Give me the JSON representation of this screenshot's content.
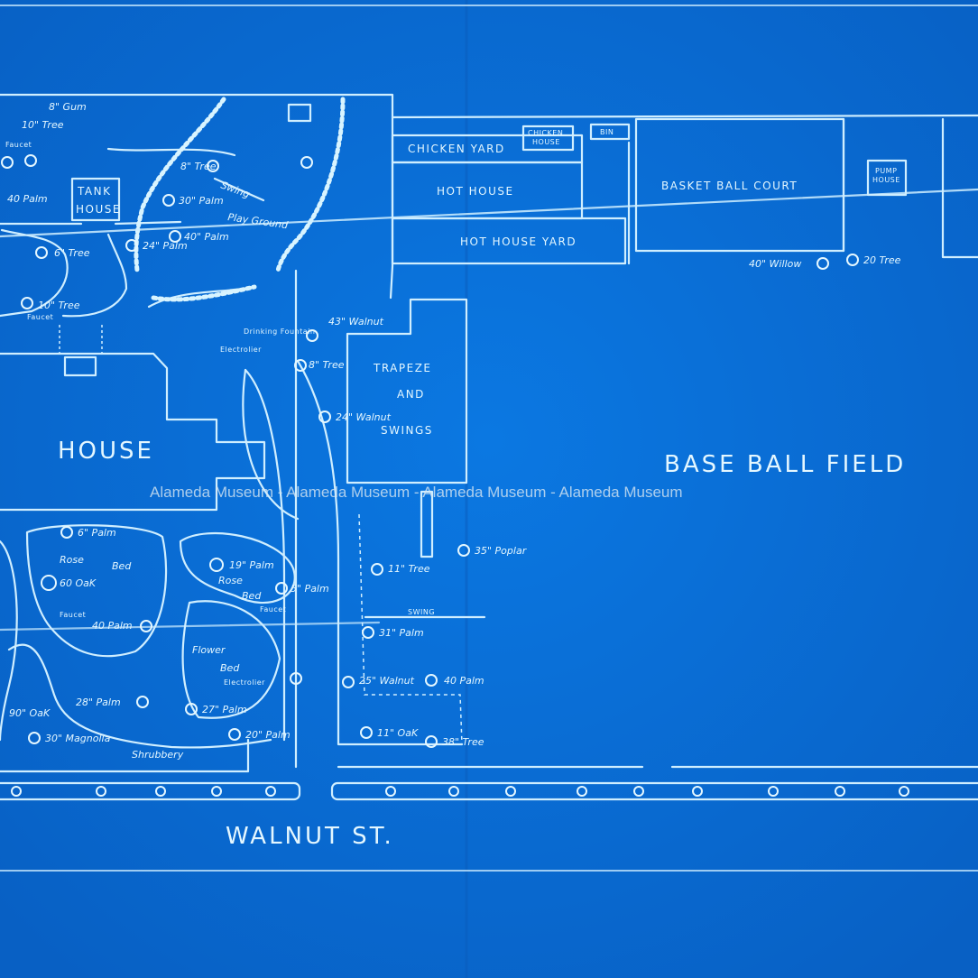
{
  "colors": {
    "paper": "#0a6fd6",
    "ink": "#cfeeff",
    "watermark": "#d6e6f2"
  },
  "structures": {
    "house": "HOUSE",
    "tank_house_1": "TANK",
    "tank_house_2": "HOUSE",
    "chicken_yard": "CHICKEN YARD",
    "chicken_house_1": "CHICKEN",
    "chicken_house_2": "HOUSE",
    "bin": "BIN",
    "hot_house": "HOT HOUSE",
    "hot_house_yard": "HOT HOUSE YARD",
    "basket_ball_court": "BASKET BALL COURT",
    "pump_house_1": "PUMP",
    "pump_house_2": "HOUSE",
    "trapeze_1": "TRAPEZE",
    "trapeze_2": "AND",
    "trapeze_3": "SWINGS",
    "base_ball_field": "BASE BALL FIELD",
    "walnut_st": "WALNUT ST.",
    "swing": "SWING"
  },
  "garden": {
    "rose_bed_1a": "Rose",
    "rose_bed_1b": "Bed",
    "rose_bed_2a": "Rose",
    "rose_bed_2b": "Bed",
    "flower_bed_a": "Flower",
    "flower_bed_b": "Bed",
    "shrubbery": "Shrubbery",
    "play_ground": "Play Ground",
    "swing_label": "Swing",
    "electrolier_1": "Electrolier",
    "electrolier_2": "Electrolier",
    "drinking_fountain": "Drinking Fountain",
    "faucet_1": "Faucet",
    "faucet_2": "Faucet",
    "faucet_3": "Faucet",
    "faucet_4": "Faucet"
  },
  "trees": [
    {
      "id": "t1",
      "label": "8\" Gum"
    },
    {
      "id": "t2",
      "label": "10\" Tree"
    },
    {
      "id": "t3",
      "label": "40 Palm"
    },
    {
      "id": "t4",
      "label": "6\" Tree"
    },
    {
      "id": "t5",
      "label": "8\" Tree"
    },
    {
      "id": "t6",
      "label": "30\" Palm"
    },
    {
      "id": "t7",
      "label": "40\" Palm"
    },
    {
      "id": "t8",
      "label": "24\" Palm"
    },
    {
      "id": "t9",
      "label": "10\" Tree"
    },
    {
      "id": "t10",
      "label": "43\" Walnut"
    },
    {
      "id": "t11",
      "label": "8\" Tree"
    },
    {
      "id": "t12",
      "label": "24\" Walnut"
    },
    {
      "id": "t13",
      "label": "40\" Willow"
    },
    {
      "id": "t14",
      "label": "20 Tree"
    },
    {
      "id": "t15",
      "label": "6\" Palm"
    },
    {
      "id": "t16",
      "label": "60 OaK"
    },
    {
      "id": "t17",
      "label": "40 Palm"
    },
    {
      "id": "t18",
      "label": "19\" Palm"
    },
    {
      "id": "t19",
      "label": "5\" Palm"
    },
    {
      "id": "t20",
      "label": "35\" Poplar"
    },
    {
      "id": "t21",
      "label": "11\" Tree"
    },
    {
      "id": "t22",
      "label": "31\" Palm"
    },
    {
      "id": "t23",
      "label": "28\" Palm"
    },
    {
      "id": "t24",
      "label": "27\" Palm"
    },
    {
      "id": "t25",
      "label": "20\" Palm"
    },
    {
      "id": "t26",
      "label": "90\" OaK"
    },
    {
      "id": "t27",
      "label": "30\" Magnolia"
    },
    {
      "id": "t28",
      "label": "25\" Walnut"
    },
    {
      "id": "t29",
      "label": "40 Palm"
    },
    {
      "id": "t30",
      "label": "11\" OaK"
    },
    {
      "id": "t31",
      "label": "38\" Tree"
    }
  ],
  "watermark": "Alameda Museum - Alameda Museum - Alameda Museum - Alameda Museum"
}
